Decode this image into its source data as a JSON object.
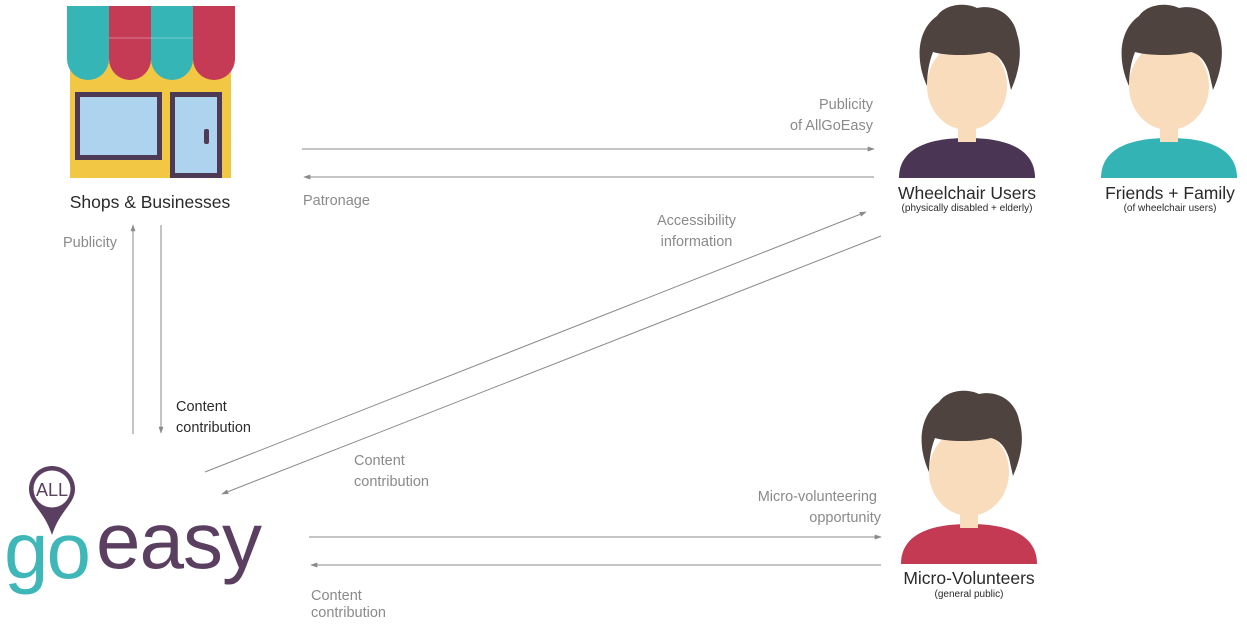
{
  "nodes": {
    "shops": {
      "title": "Shops & Businesses"
    },
    "wheelchair": {
      "title": "Wheelchair Users",
      "subtitle": "(physically disabled + elderly)"
    },
    "friends": {
      "title": "Friends + Family",
      "subtitle": "(of wheelchair users)"
    },
    "volunteers": {
      "title": "Micro-Volunteers",
      "subtitle": "(general public)"
    },
    "logo": {
      "badge": "ALL",
      "word_go": "go",
      "word_easy": "easy"
    }
  },
  "edges": {
    "publicity_allgoeasy": {
      "line1": "Publicity",
      "line2": "of AllGoEasy"
    },
    "patronage": {
      "label": "Patronage"
    },
    "publicity": {
      "label": "Publicity"
    },
    "content_shops": {
      "line1": "Content",
      "line2": "contribution"
    },
    "accessibility": {
      "line1": "Accessibility",
      "line2": "information"
    },
    "content_wheelchair": {
      "line1": "Content",
      "line2": "contribution"
    },
    "micro_vol": {
      "line1": "Micro-volunteering",
      "line2": "opportunity"
    },
    "content_vol": {
      "line1": "Content",
      "line2": "contribution"
    }
  },
  "colors": {
    "teal": "#35b5b5",
    "red": "#c53a55",
    "yellow": "#f2c744",
    "window_blue": "#aed3ef",
    "frame_dark": "#4d3a55",
    "hair": "#4f4340",
    "skin": "#f8dcbc",
    "purple_shirt": "#4b3554",
    "teal_shirt": "#33b3b3",
    "red_shirt": "#c43a53",
    "arrow_gray": "#8a8a8a",
    "logo_purple": "#5a3f60",
    "logo_teal": "#3fb6b8"
  }
}
